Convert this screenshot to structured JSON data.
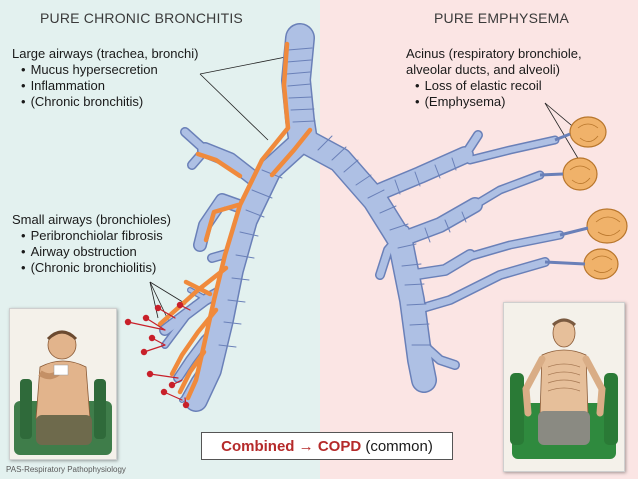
{
  "left_panel": {
    "heading": "PURE CHRONIC BRONCHITIS",
    "large_airways": {
      "title": "Large airways (trachea, bronchi)",
      "items": [
        "Mucus hypersecretion",
        "Inflammation",
        "(Chronic bronchitis)"
      ]
    },
    "small_airways": {
      "title": "Small airways (bronchioles)",
      "items": [
        "Peribronchiolar fibrosis",
        "Airway obstruction",
        "(Chronic bronchiolitis)"
      ]
    }
  },
  "right_panel": {
    "heading": "PURE EMPHYSEMA",
    "acinus": {
      "title_line1": "Acinus (respiratory bronchiole,",
      "title_line2": "alveolar ducts, and alveoli)",
      "items": [
        "Loss of elastic recoil",
        "(Emphysema)"
      ]
    }
  },
  "footer": {
    "combined_label": "Combined",
    "arrow": "→",
    "copd": "COPD",
    "note": "(common)",
    "credit": "PAS-Respiratory Pathophysiology"
  },
  "colors": {
    "left_bg": "#e3f1ef",
    "right_bg": "#fbe5e4",
    "airway_fill": "#aec0e4",
    "airway_stroke": "#6a80b8",
    "inflamed": "#f08a3c",
    "alveoli": "#f0b26a",
    "obstruction_dot": "#c8202a",
    "highlight_text": "#b52a2a"
  }
}
